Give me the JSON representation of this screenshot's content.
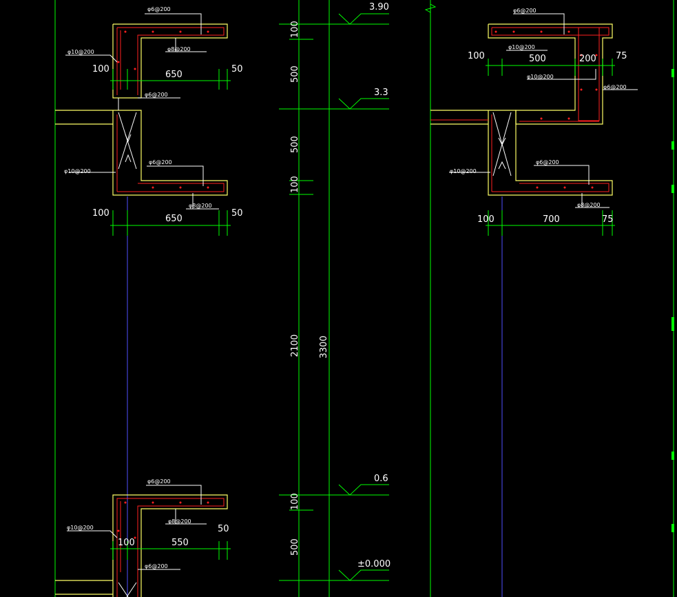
{
  "colors": {
    "background": "#000000",
    "grid": "#00ff00",
    "outline": "#ffff66",
    "rebar": "#ff2020",
    "annotation": "#ffffff",
    "centerline": "#4040ff"
  },
  "levels": {
    "top": "3.90",
    "upper": "3.3",
    "lower": "0.6",
    "ground": "±0.000"
  },
  "vertical_dims": {
    "d100a": "100",
    "d500a": "500",
    "d500b": "500",
    "d100b": "100",
    "d2100": "2100",
    "d3300": "3300",
    "d100c": "100",
    "d500c": "500"
  },
  "section_a": {
    "top_rebar": "φ6@200",
    "left_rebar": "φ10@200",
    "mid_rebar": "φ8@200",
    "dim_left": "100",
    "dim_width": "650",
    "dim_right": "50",
    "stir_rebar": "φ6@200",
    "bot_left_rebar": "φ10@200",
    "bot_top_rebar": "φ6@200",
    "bot_mid_rebar": "φ8@200",
    "dim2_left": "100",
    "dim2_width": "650",
    "dim2_right": "50"
  },
  "section_b": {
    "top_rebar": "φ6@200",
    "left_rebar": "φ10@200",
    "dim_left": "100",
    "dim_width": "500",
    "dim_mid": "200",
    "dim_right": "75",
    "mid_rebar": "φ10@200",
    "side_rebar": "φ6@200",
    "bot_left_rebar": "φ10@200",
    "bot_top_rebar": "φ6@200",
    "bot_mid_rebar": "φ8@200",
    "dim2_left": "100",
    "dim2_width": "700",
    "dim2_right": "75"
  },
  "section_c": {
    "top_rebar": "φ6@200",
    "left_rebar": "φ10@200",
    "mid_rebar": "φ8@200",
    "dim_left": "100",
    "dim_width": "550",
    "dim_right": "50",
    "stir_rebar": "φ6@200"
  }
}
